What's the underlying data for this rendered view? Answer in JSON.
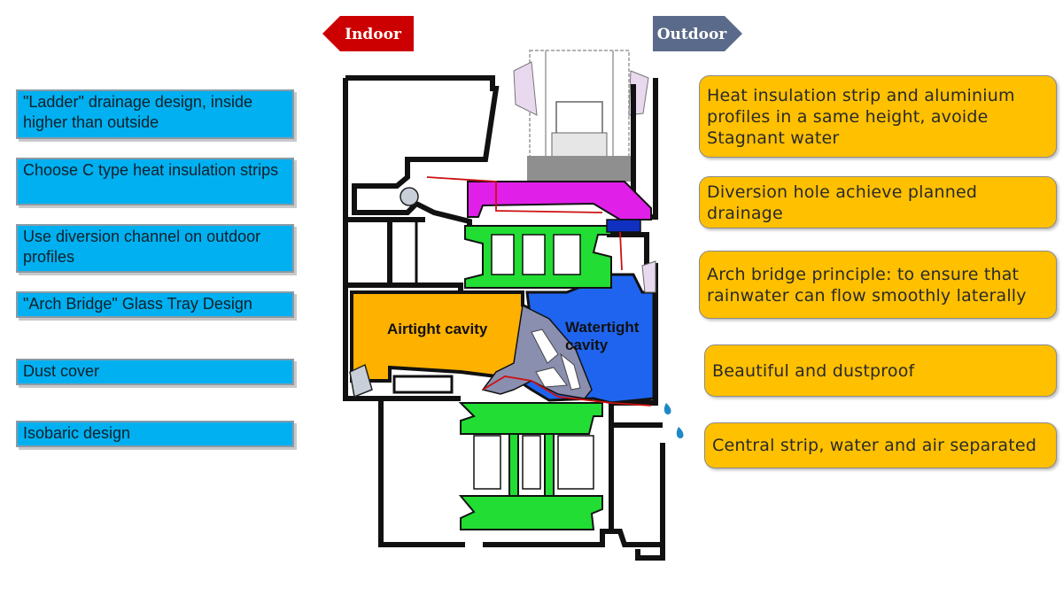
{
  "direction": {
    "indoor": "Indoor",
    "outdoor": "Outdoor"
  },
  "left_labels": [
    "\"Ladder\" drainage design, inside higher than outside",
    "Choose C type heat insulation strips",
    "Use diversion channel on outdoor profiles",
    "\"Arch Bridge\" Glass Tray Design",
    "Dust cover",
    "Isobaric design"
  ],
  "right_labels": [
    "Heat insulation strip and aluminium profiles in a same height, avoide Stagnant water",
    "Diversion hole achieve planned drainage",
    "Arch bridge principle: to ensure that rainwater can flow smoothly laterally",
    "Beautiful and dustproof",
    "Central strip, water and air separated"
  ],
  "cavities": {
    "airtight": "Airtight cavity",
    "watertight_line1": "Watertight",
    "watertight_line2": "cavity"
  },
  "colors": {
    "left_box": "#00b0f0",
    "right_box": "#ffc000",
    "airtight": "#ffb100",
    "watertight": "#1f64ee",
    "insulation_strip": "#22dd33",
    "glass_tray": "#e020e8",
    "indoor_arrow": "#cc0000",
    "outdoor_arrow": "#5a6a8a"
  }
}
